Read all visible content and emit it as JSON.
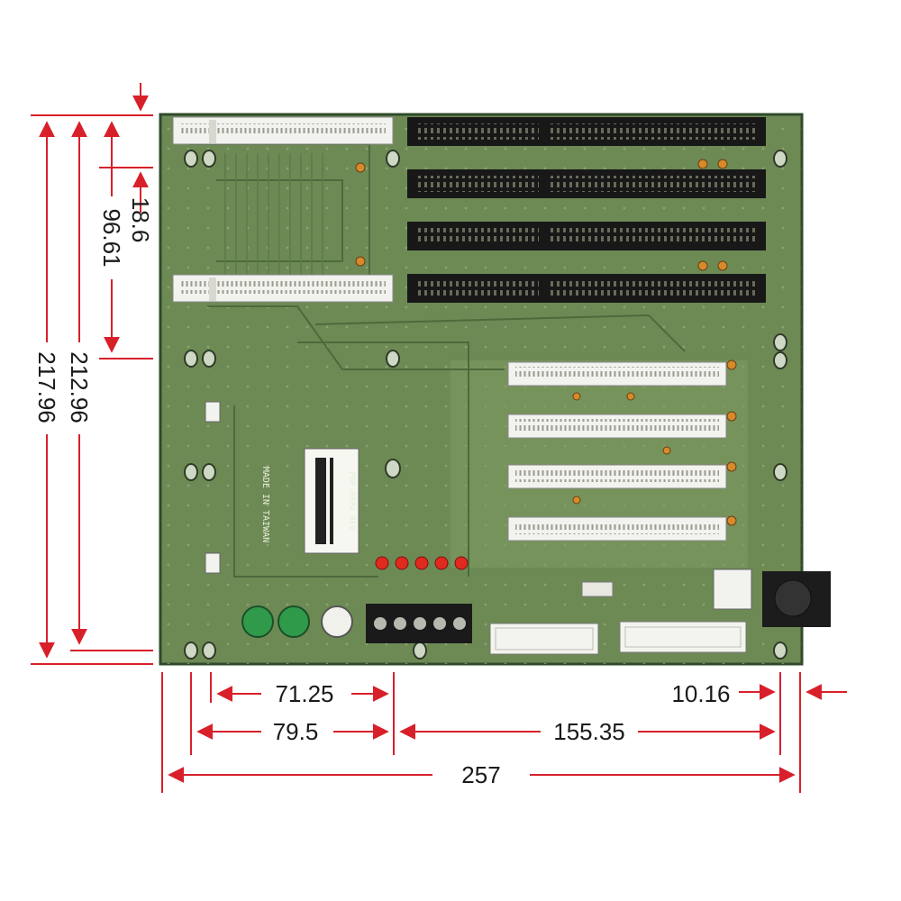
{
  "colors": {
    "dimension_line": "#d8202a",
    "board_green": "#6d8a55",
    "board_dark": "#3f5a33",
    "slot_black": "#181818",
    "slot_white": "#f2f2ee",
    "led_red": "#e02a1f",
    "label_white": "#f7f7f2"
  },
  "board": {
    "model_label": "PBP-08P4 REV",
    "origin_label": "MADE IN TAIWAN",
    "isa_slot_count": 4,
    "pci_slot_count": 4,
    "cpu_slot_count": 2,
    "led_count": 5
  },
  "dimensions": {
    "vertical": [
      {
        "id": "dim-217-96",
        "value": "217.96"
      },
      {
        "id": "dim-212-96",
        "value": "212.96"
      },
      {
        "id": "dim-96-61",
        "value": "96.61"
      },
      {
        "id": "dim-18-6",
        "value": "18.6"
      }
    ],
    "horizontal": [
      {
        "id": "dim-71-25",
        "value": "71.25"
      },
      {
        "id": "dim-10-16",
        "value": "10.16"
      },
      {
        "id": "dim-79-5",
        "value": "79.5"
      },
      {
        "id": "dim-155-35",
        "value": "155.35"
      },
      {
        "id": "dim-257",
        "value": "257"
      }
    ]
  }
}
